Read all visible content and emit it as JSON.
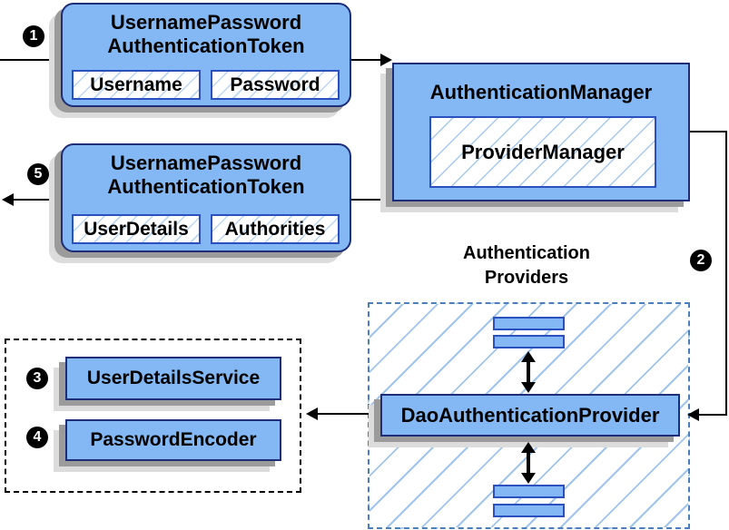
{
  "diagram": {
    "badges": {
      "request": "1",
      "flow_to_providers": "2",
      "user_details_service": "3",
      "password_encoder": "4",
      "response": "5"
    },
    "token_request": {
      "title_line1": "UsernamePassword",
      "title_line2": "AuthenticationToken",
      "fields": [
        "Username",
        "Password"
      ]
    },
    "auth_manager": {
      "title": "AuthenticationManager",
      "inner": "ProviderManager"
    },
    "token_response": {
      "title_line1": "UsernamePassword",
      "title_line2": "AuthenticationToken",
      "fields": [
        "UserDetails",
        "Authorities"
      ]
    },
    "providers": {
      "label_line1": "Authentication",
      "label_line2": "Providers",
      "provider": "DaoAuthenticationProvider"
    },
    "services": {
      "items": [
        "UserDetailsService",
        "PasswordEncoder"
      ]
    },
    "colors": {
      "box_fill": "#84B8F4",
      "box_border": "#1E2D78",
      "inner_box_border": "#2B50C0",
      "hatch_line": "#A5C9F1",
      "dashed_border": "#4A7EBF",
      "arrow": "#000000",
      "shadow_dark": "#9B9B9B",
      "shadow_light": "#DCDCDC"
    }
  }
}
